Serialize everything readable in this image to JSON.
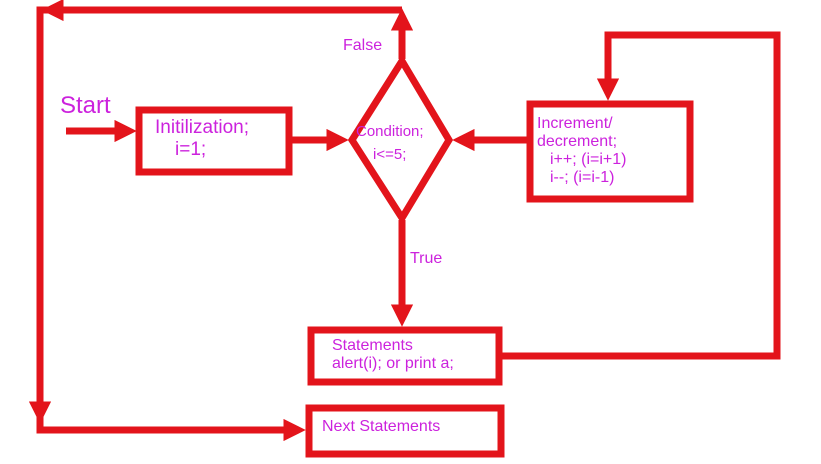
{
  "colors": {
    "stroke": "#e3141b",
    "text": "#cc22dd",
    "background": "#ffffff"
  },
  "labels": {
    "start": "Start",
    "false_label": "False",
    "true_label": "True"
  },
  "nodes": {
    "init_line1": "Initilization;",
    "init_line2": "i=1;",
    "condition_line1": "Condition;",
    "condition_line2": "i<=5;",
    "incdec_line1": "Increment/",
    "incdec_line2": "decrement;",
    "incdec_line3": "i++; (i=i+1)",
    "incdec_line4": "i--; (i=i-1)",
    "statements_line1": "Statements",
    "statements_line2": "alert(i); or print a;",
    "next": "Next Statements"
  }
}
